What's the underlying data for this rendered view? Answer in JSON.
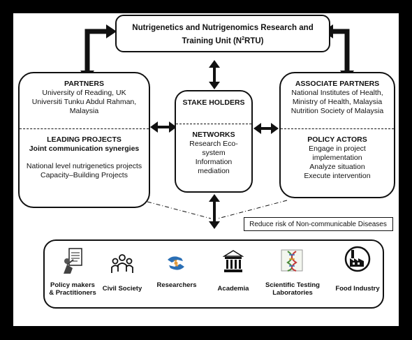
{
  "title": {
    "line1": "Nutrigenetics and Nutrigenomics Research and",
    "line2_prefix": "Training Unit (N",
    "line2_sup": "2",
    "line2_suffix": "RTU)"
  },
  "partners": {
    "heading": "PARTNERS",
    "lines": [
      "University of Reading, UK",
      "Universiti Tunku Abdul Rahman,",
      "Malaysia"
    ]
  },
  "leading_projects": {
    "heading": "LEADING PROJECTS",
    "subheading": "Joint communication synergies",
    "lines": [
      "National level nutrigenetics projects",
      "Capacity–Building Projects"
    ]
  },
  "stakeholders": {
    "heading": "STAKE HOLDERS",
    "networks_heading": "NETWORKS",
    "lines": [
      "Research Eco-",
      "system",
      "Information",
      "mediation"
    ]
  },
  "associate_partners": {
    "heading": "ASSOCIATE PARTNERS",
    "lines": [
      "National Institutes of Health,",
      "Ministry of Health, Malaysia",
      "Nutrition Society of Malaysia"
    ]
  },
  "policy_actors": {
    "heading": "POLICY ACTORS",
    "lines": [
      "Engage in project",
      "implementation",
      "Analyze situation",
      "Execute intervention"
    ]
  },
  "goal": "Reduce risk of Non-communicable Diseases",
  "audiences": [
    {
      "label_lines": [
        "Policy makers",
        "& Practitioners"
      ],
      "icon": "policy-document-icon"
    },
    {
      "label_lines": [
        "Civil Society"
      ],
      "icon": "people-group-icon"
    },
    {
      "label_lines": [
        "Researchers"
      ],
      "icon": "researchers-hands-icon"
    },
    {
      "label_lines": [
        "Academia"
      ],
      "icon": "academia-building-icon"
    },
    {
      "label_lines": [
        "Scientific Testing",
        "Laboratories"
      ],
      "icon": "laboratory-dna-icon"
    },
    {
      "label_lines": [
        "Food Industry"
      ],
      "icon": "factory-icon"
    }
  ]
}
